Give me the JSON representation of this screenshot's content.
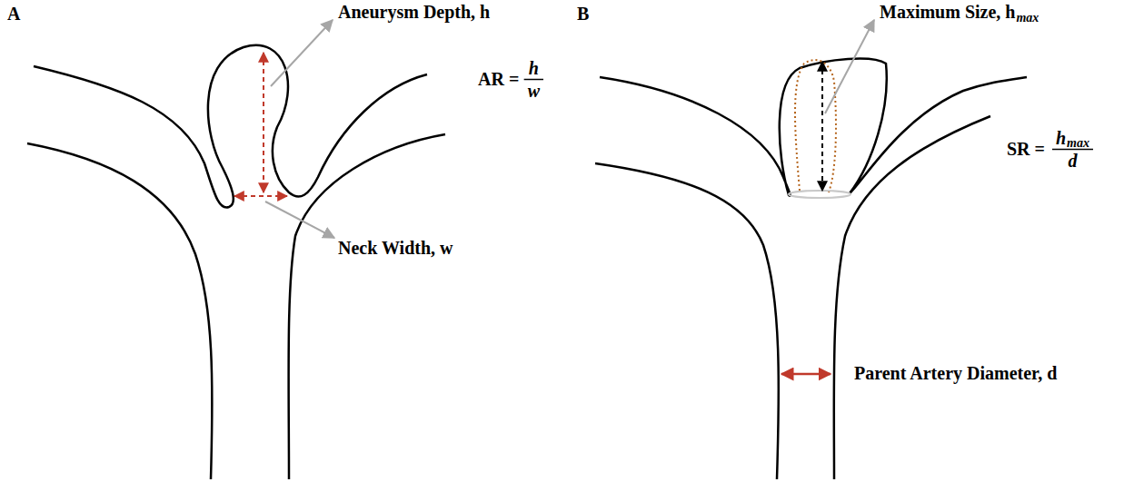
{
  "diagram": {
    "labels": [
      "A",
      "Aneurysm Depth, h",
      "AR =",
      "h",
      "w",
      "Neck Width, w",
      "B",
      "Maximum Size, h",
      "max",
      "SR =",
      "h",
      "max",
      "d",
      "Parent Artery Diameter, d"
    ]
  }
}
